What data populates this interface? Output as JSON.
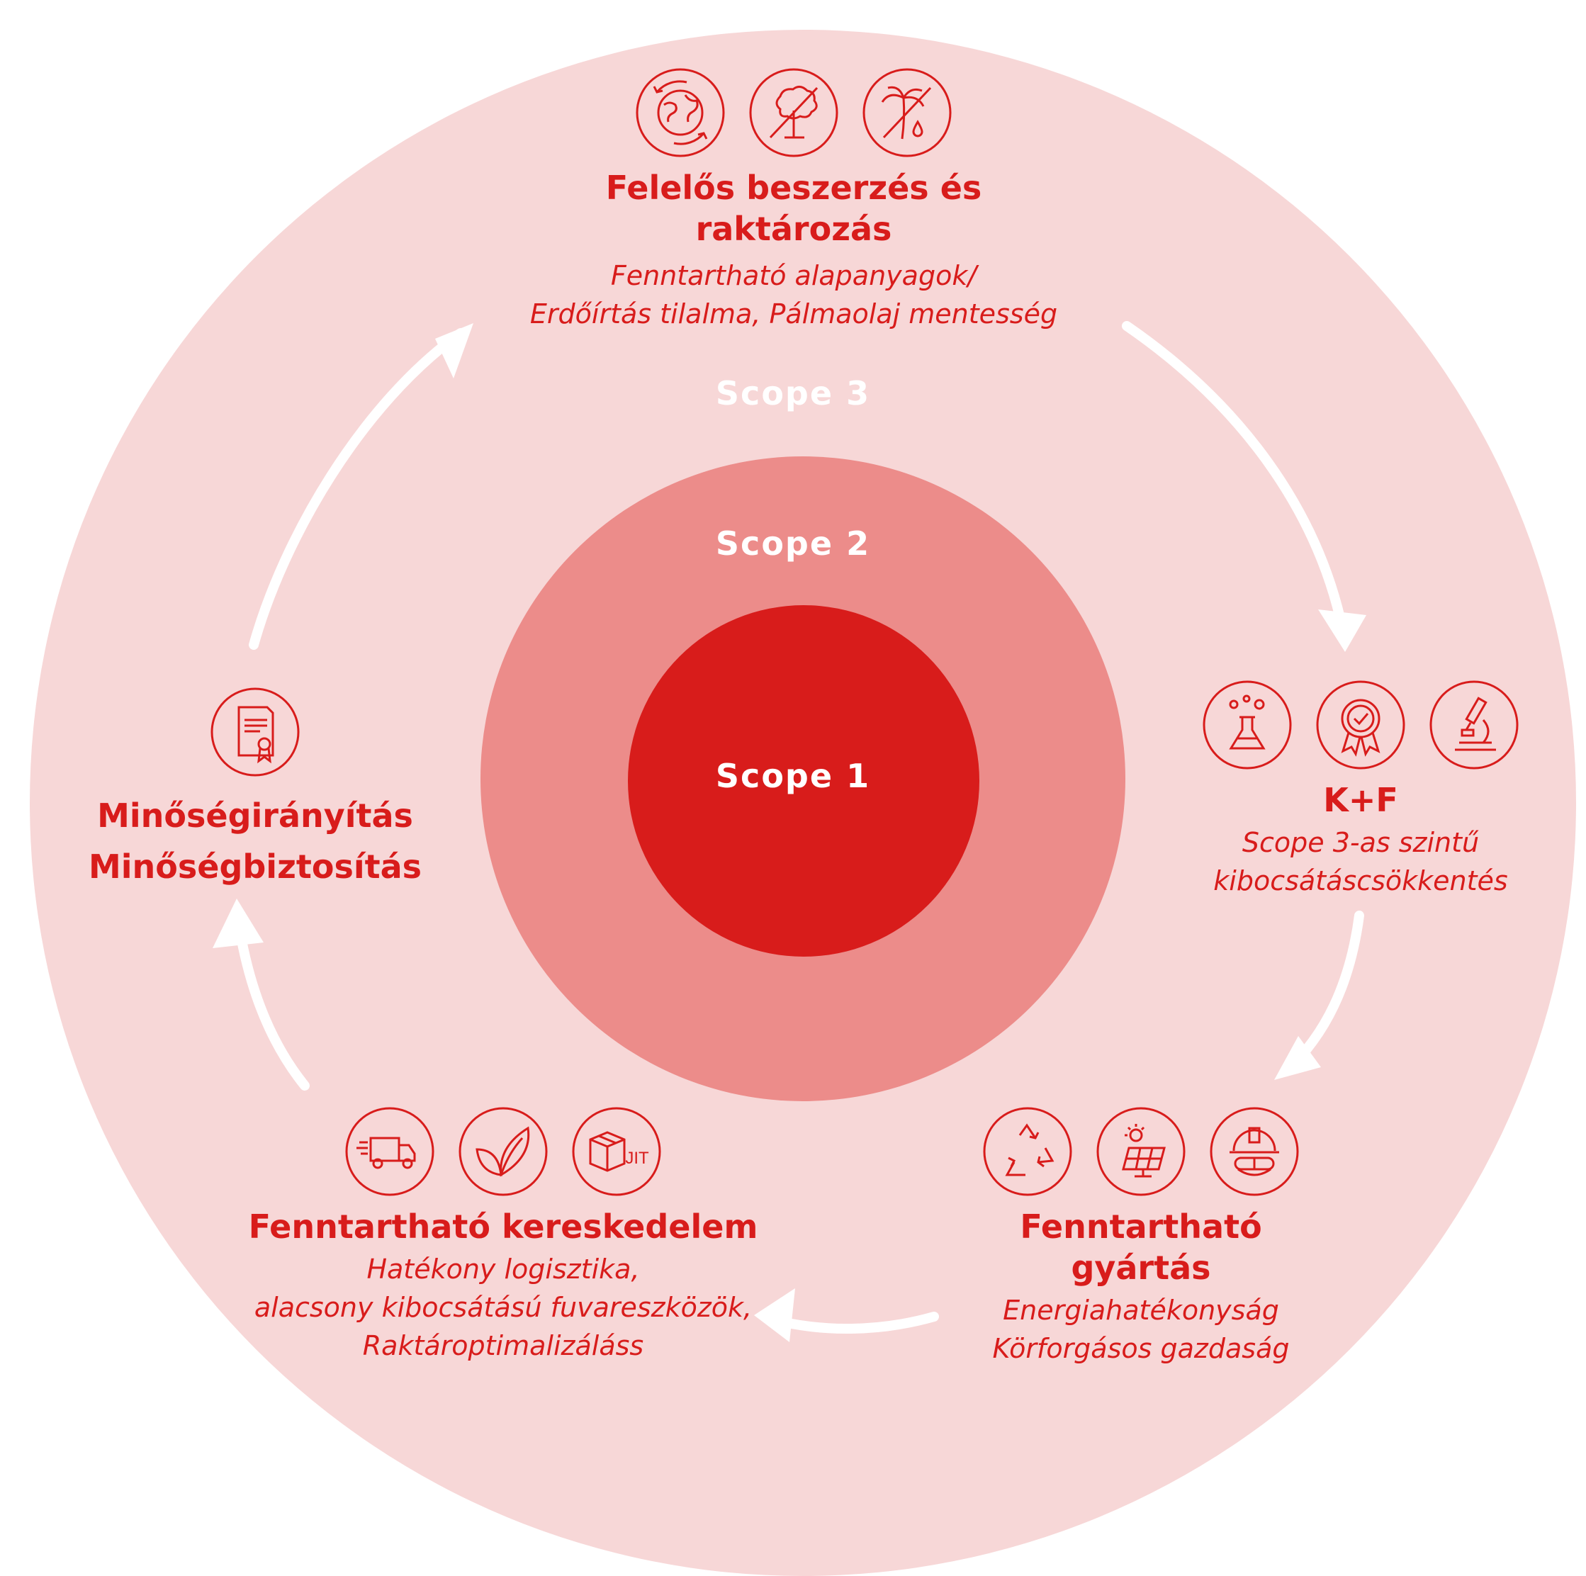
{
  "colors": {
    "outer": "#f7d7d7",
    "scope2": "#ec8c8a",
    "scope1": "#d81c1b",
    "accent": "#d81c1b",
    "white": "#ffffff"
  },
  "scopes": {
    "scope1": "Scope 1",
    "scope2": "Scope 2",
    "scope3": "Scope 3"
  },
  "groups": {
    "sourcing": {
      "title_line1": "Felelős beszerzés és",
      "title_line2": "raktározás",
      "sub_line1": "Fenntartható alapanyagok/",
      "sub_line2": "Erdőírtás tilalma, Pálmaolaj mentesség",
      "icons": [
        "globe-recycle-icon",
        "no-deforestation-icon",
        "no-palm-oil-icon"
      ]
    },
    "rnd": {
      "title": "K+F",
      "sub_line1": "Scope 3-as szintű",
      "sub_line2": "kibocsátáscsökkentés",
      "icons": [
        "lab-flask-icon",
        "quality-badge-icon",
        "microscope-icon"
      ]
    },
    "production": {
      "title": "Fenntartható gyártás",
      "sub_line1": "Energiahatékonyság",
      "sub_line2": "Körforgásos gazdaság",
      "icons": [
        "recycle-icon",
        "solar-panel-icon",
        "safety-helmet-icon"
      ]
    },
    "trade": {
      "title": "Fenntartható kereskedelem",
      "sub_line1": "Hatékony logisztika,",
      "sub_line2": "alacsony kibocsátású fuvareszközök,",
      "sub_line3": "Raktároptimalizáláss",
      "icons": [
        "delivery-truck-icon",
        "leaf-icon",
        "jit-box-icon"
      ],
      "jit_label": "JIT"
    },
    "quality": {
      "title_line1": "Minőségirányítás",
      "title_line2": "Minőségbiztosítás",
      "icons": [
        "certificate-icon"
      ]
    }
  }
}
